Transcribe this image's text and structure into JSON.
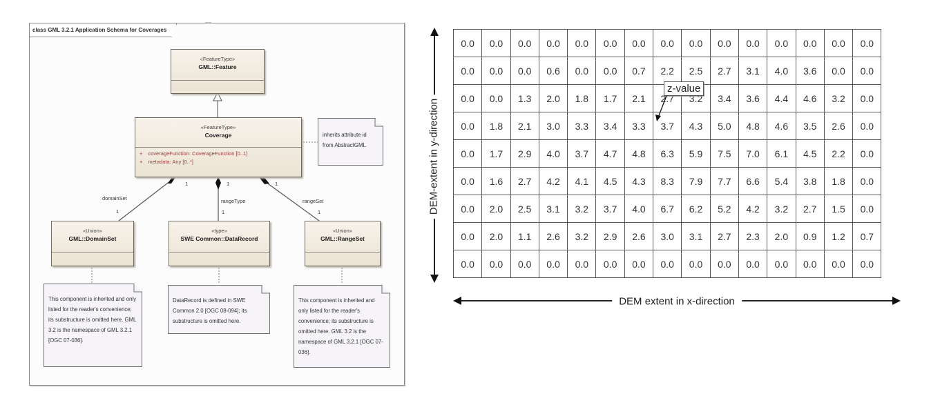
{
  "uml": {
    "frame_title": "class GML 3.2.1 Application Schema for Coverages",
    "classes": [
      {
        "id": "feature",
        "stereotype": "«FeatureType»",
        "name": "GML::Feature",
        "attributes": []
      },
      {
        "id": "coverage",
        "stereotype": "«FeatureType»",
        "name": "Coverage",
        "attributes": [
          {
            "bullet": "+",
            "text": "coverageFunction:  CoverageFunction [0..1]"
          },
          {
            "bullet": "+",
            "text": "metadata:  Any [0..*]"
          }
        ]
      },
      {
        "id": "domainset",
        "stereotype": "«Union»",
        "name": "GML::DomainSet",
        "attributes": []
      },
      {
        "id": "datarecord",
        "stereotype": "«type»",
        "name": "SWE Common::DataRecord",
        "attributes": []
      },
      {
        "id": "rangeset",
        "stereotype": "«Union»",
        "name": "GML::RangeSet",
        "attributes": []
      }
    ],
    "associations": [
      {
        "role": "domainSet",
        "source_mult": "1",
        "target_mult": "1"
      },
      {
        "role": "rangeType",
        "source_mult": "1",
        "target_mult": "1"
      },
      {
        "role": "rangeSet",
        "source_mult": "1",
        "target_mult": "1"
      }
    ],
    "notes": {
      "coverage": "inherits attribute id from AbstractGML",
      "domainset": "This component is inherited and only listed for the reader's convenience; its substructure is omitted here. GML 3.2 is the namespace of GML 3.2.1 [OGC 07-036].",
      "datarecord": "DataRecord is defined in SWE Common 2.0 [OGC 08-094]; its substructure is omitted here.",
      "rangeset": "This component is inherited and only listed for the reader's convenience; its substructure is omitted here. GML 3.2 is the namespace of GML 3.2.1 [OGC 07-036]."
    }
  },
  "dem": {
    "callout": "z-value",
    "x_axis_label": "DEM extent in x-direction",
    "y_axis_label": "DEM-extent in y-direction",
    "rows": [
      [
        "0.0",
        "0.0",
        "0.0",
        "0.0",
        "0.0",
        "0.0",
        "0.0",
        "0.0",
        "0.0",
        "0.0",
        "0.0",
        "0.0",
        "0.0",
        "0.0",
        "0.0"
      ],
      [
        "0.0",
        "0.0",
        "0.0",
        "0.6",
        "0.0",
        "0.0",
        "0.7",
        "2.2",
        "2.5",
        "2.7",
        "3.1",
        "4.0",
        "3.6",
        "0.0",
        "0.0"
      ],
      [
        "0.0",
        "0.0",
        "1.3",
        "2.0",
        "1.8",
        "1.7",
        "2.1",
        "2.7",
        "3.2",
        "3.4",
        "3.6",
        "4.4",
        "4.6",
        "3.2",
        "0.0"
      ],
      [
        "0.0",
        "1.8",
        "2.1",
        "3.0",
        "3.3",
        "3.4",
        "3.3",
        "3.7",
        "4.3",
        "5.0",
        "4.8",
        "4.6",
        "3.5",
        "2.6",
        "0.0"
      ],
      [
        "0.0",
        "1.7",
        "2.9",
        "4.0",
        "3.7",
        "4.7",
        "4.8",
        "6.3",
        "5.9",
        "7.5",
        "7.0",
        "6.1",
        "4.5",
        "2.2",
        "0.0"
      ],
      [
        "0.0",
        "1.6",
        "2.7",
        "4.2",
        "4.1",
        "4.5",
        "4.3",
        "8.3",
        "7.9",
        "7.7",
        "6.6",
        "5.4",
        "3.8",
        "1.8",
        "0.0"
      ],
      [
        "0.0",
        "2.0",
        "2.5",
        "3.1",
        "3.2",
        "3.7",
        "4.0",
        "6.7",
        "6.2",
        "5.2",
        "4.2",
        "3.2",
        "2.7",
        "1.5",
        "0.0"
      ],
      [
        "0.0",
        "2.0",
        "1.1",
        "2.6",
        "3.2",
        "2.9",
        "2.6",
        "3.0",
        "3.1",
        "2.7",
        "2.3",
        "2.0",
        "0.9",
        "1.2",
        "0.7"
      ],
      [
        "0.0",
        "0.0",
        "0.0",
        "0.0",
        "0.0",
        "0.0",
        "0.0",
        "0.0",
        "0.0",
        "0.0",
        "0.0",
        "0.0",
        "0.0",
        "0.0",
        "0.0"
      ]
    ]
  }
}
